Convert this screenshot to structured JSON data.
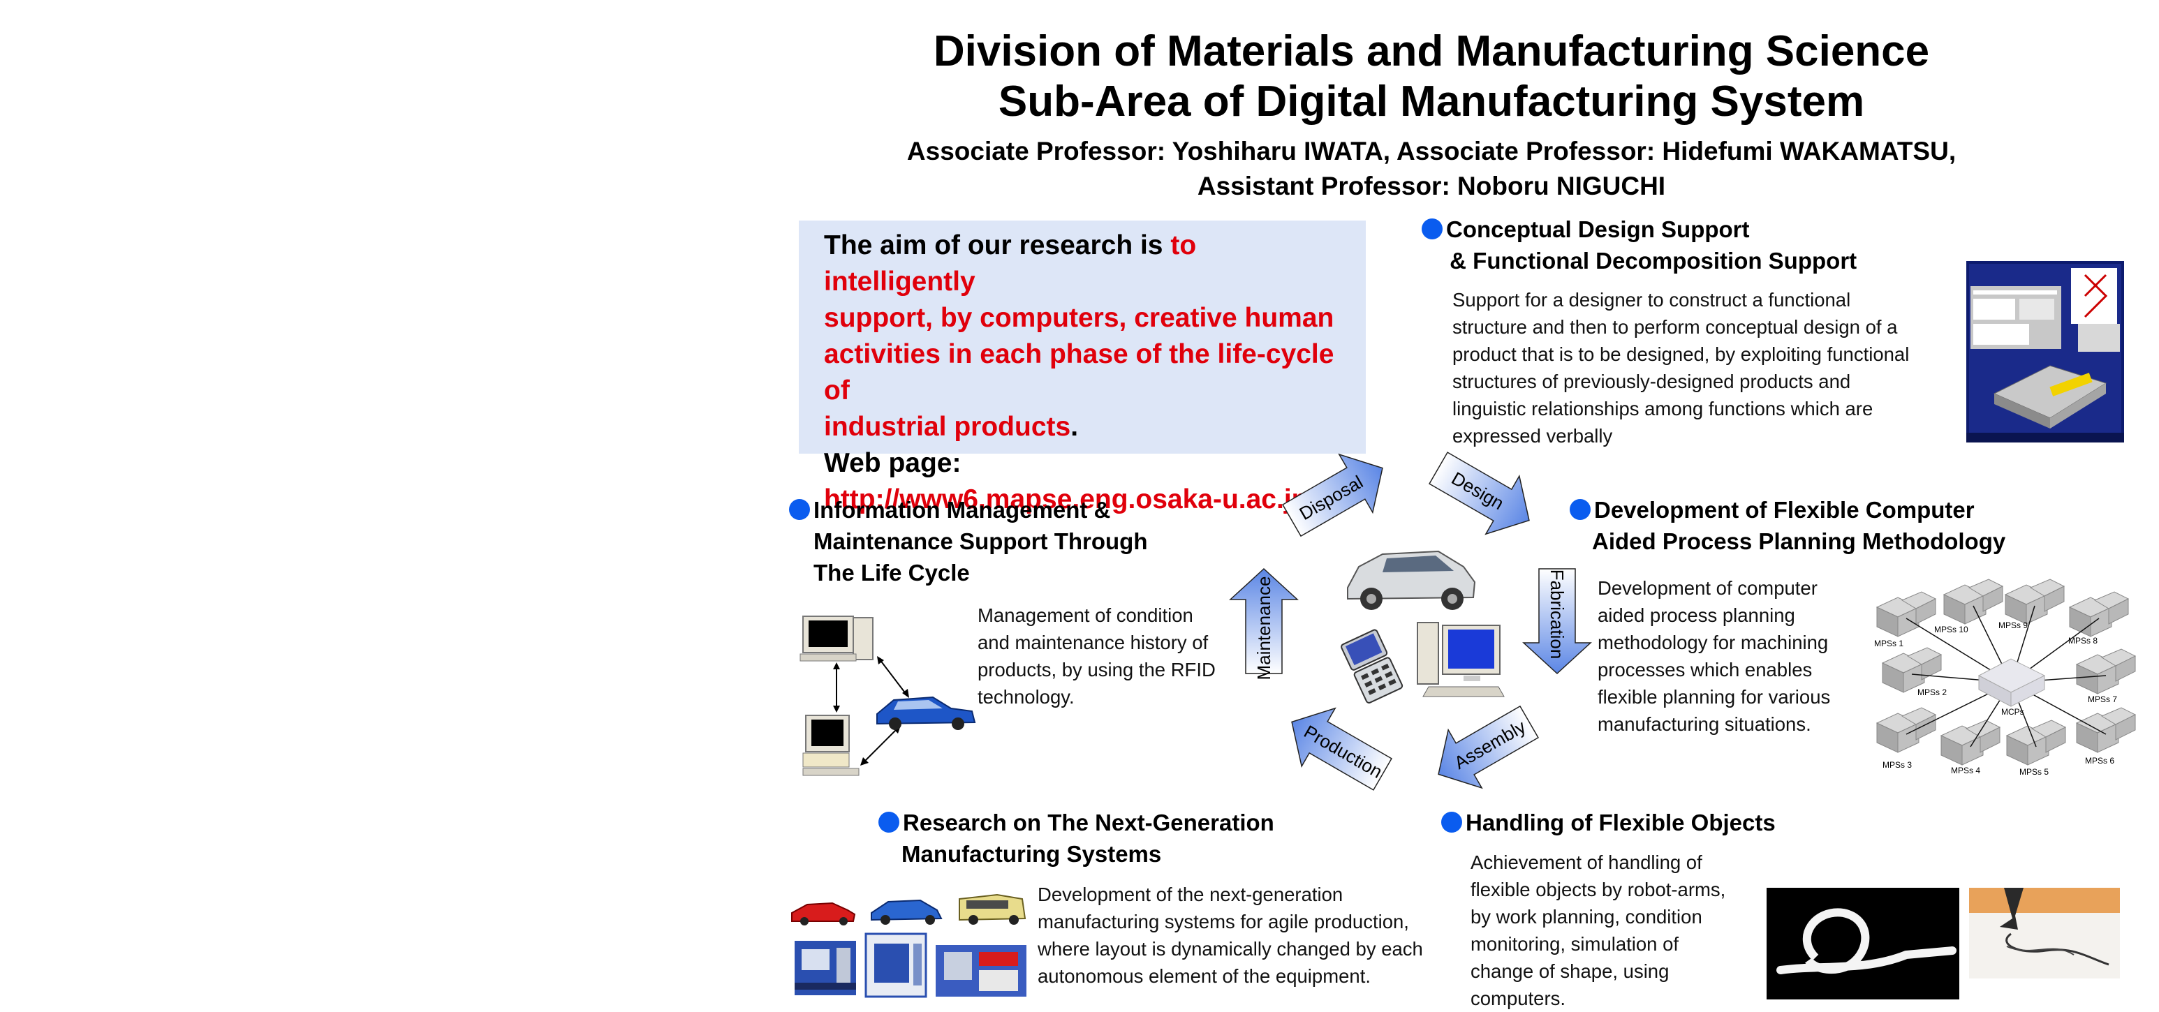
{
  "header": {
    "title_line1": "Division of Materials and Manufacturing Science",
    "title_line2": "Sub-Area of Digital Manufacturing System",
    "staff_line1": "Associate Professor: Yoshiharu IWATA,   Associate Professor: Hidefumi WAKAMATSU,",
    "staff_line2": "Assistant Professor: Noboru NIGUCHI"
  },
  "aim_box": {
    "prefix": "The aim of our research is ",
    "highlight_lines": [
      "to intelligently",
      "support, by computers, creative human",
      "activities in each phase of the life-cycle of",
      "industrial products"
    ],
    "suffix": ".",
    "web_label": "Web page:",
    "web_url": "http://www6.mapse.eng.osaka-u.ac.jp"
  },
  "sections": {
    "conceptual": {
      "title_lines": [
        "Conceptual Design Support",
        " & Functional Decomposition Support"
      ],
      "desc_lines": [
        "Support for a designer to construct a functional",
        "structure and then to perform conceptual design of a",
        "product that is to be designed, by exploiting functional",
        "structures of previously-designed  products and",
        "linguistic relationships among functions which are",
        "expressed verbally"
      ]
    },
    "information": {
      "title_lines": [
        "Information Management &",
        "Maintenance Support Through",
        "The Life Cycle"
      ],
      "desc_lines": [
        "Management of condition",
        "and maintenance history of",
        "products, by using the RFID",
        "technology."
      ]
    },
    "process_planning": {
      "title_lines": [
        "Development of Flexible Computer",
        "Aided Process Planning Methodology"
      ],
      "desc_lines": [
        "Development  of computer",
        "aided process planning",
        "methodology for machining",
        "processes which enables",
        "flexible planning for various",
        "manufacturing situations."
      ],
      "diagram_labels": [
        "MPSs 1",
        "MPSs 10",
        "MPSs 9",
        "MPSs 8",
        "MPSs 2",
        "MCPs",
        "MPSs 7",
        "MPSs 3",
        "MPSs 4",
        "MPSs 5",
        "MPSs 6"
      ]
    },
    "next_generation": {
      "title_lines": [
        "Research on The Next-Generation",
        "Manufacturing Systems"
      ],
      "desc_lines": [
        "Development of the next-generation",
        "manufacturing systems for agile  production,",
        "where layout is dynamically changed by each",
        "autonomous element of the equipment."
      ]
    },
    "flexible_objects": {
      "title_lines": [
        "Handling of Flexible Objects"
      ],
      "desc_lines": [
        "Achievement of handling of",
        "flexible objects by robot-arms,",
        "by work planning, condition",
        "monitoring, simulation of",
        "change of shape, using",
        "computers."
      ]
    }
  },
  "lifecycle": {
    "stages": [
      "Design",
      "Fabrication",
      "Assembly",
      "Production",
      "Maintenance",
      "Disposal"
    ]
  },
  "colors": {
    "accent_red": "#e0000b",
    "bullet_blue": "#0a5cef",
    "aim_bg": "#dde6f7",
    "arrow_blue": "#5b86e5"
  }
}
